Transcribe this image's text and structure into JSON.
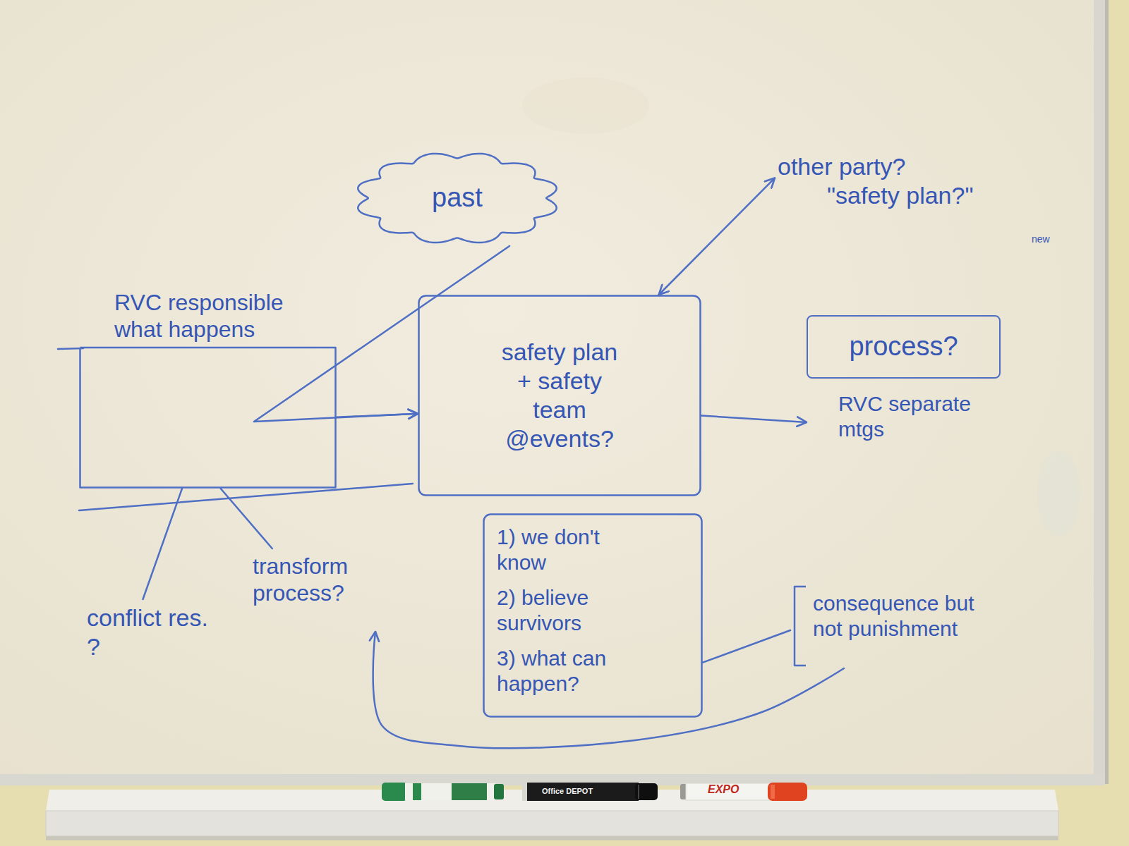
{
  "diagram": {
    "nodes": [
      {
        "text": [
          "past"
        ]
      },
      {
        "text": [
          "other party?",
          "\"safety plan?\""
        ]
      },
      {
        "text": [
          "RVC responsible what happens"
        ]
      },
      {
        "text": [
          "safety plan + safety team @events?"
        ]
      },
      {
        "text": [
          "process?",
          "RVC separate mtgs"
        ]
      },
      {
        "text": [
          "1) we don't know",
          "2) believe survivors",
          "3) what can happen?"
        ]
      },
      {
        "text": [
          "consequence but not punishment"
        ]
      },
      {
        "text": [
          "conflict res. ?"
        ]
      },
      {
        "text": [
          "transform process?"
        ]
      }
    ],
    "edges": [
      {
        "from": 0,
        "to": 3,
        "arrow": "to"
      },
      {
        "from": 2,
        "to": 3,
        "arrow": "to"
      },
      {
        "from": 3,
        "to": 1,
        "arrow": "both"
      },
      {
        "from": 3,
        "to": 4,
        "arrow": "to"
      },
      {
        "from": 5,
        "to": 6,
        "arrow": "none"
      },
      {
        "from": 6,
        "to": 8,
        "arrow": "to"
      },
      {
        "from": 2,
        "to": 7,
        "arrow": "none"
      },
      {
        "from": 2,
        "to": 8,
        "arrow": "none"
      }
    ],
    "labels": [
      "new",
      "Office DEPOT",
      "EXPO"
    ]
  }
}
